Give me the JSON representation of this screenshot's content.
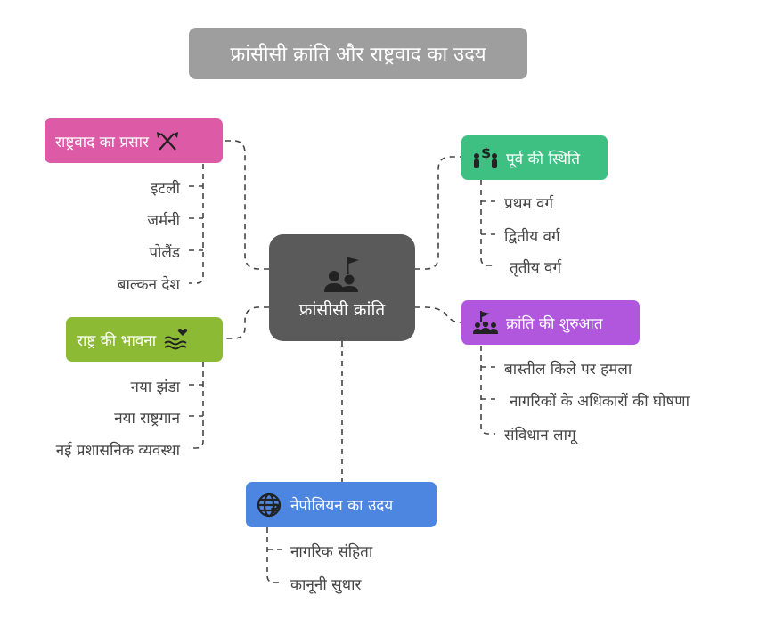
{
  "title": "फ्रांसीसी क्रांति और राष्ट्रवाद का उदय",
  "center": {
    "label": "फ्रांसीसी क्रांति",
    "icon": "people-flag-icon"
  },
  "branches": {
    "nationalism_spread": {
      "label": "राष्ट्रवाद का प्रसार",
      "color": "#dc5aa6",
      "icon": "crossed-flags-icon",
      "items": [
        "इटली",
        "जर्मनी",
        "पोलैंड",
        "बाल्कन देश"
      ]
    },
    "national_feeling": {
      "label": "राष्ट्र की भावना",
      "color": "#8dba35",
      "icon": "heart-waves-icon",
      "items": [
        "नया झंडा",
        "नया राष्ट्रगान",
        "नई प्रशासनिक व्यवस्था"
      ]
    },
    "prior_situation": {
      "label": "पूर्व की स्थिति",
      "color": "#3ec083",
      "icon": "people-money-icon",
      "items": [
        "प्रथम वर्ग",
        "द्वितीय वर्ग",
        "तृतीय वर्ग"
      ]
    },
    "revolution_start": {
      "label": "क्रांति की शुरुआत",
      "color": "#b057de",
      "icon": "crowd-flag-icon",
      "items": [
        "बास्तील किले पर हमला",
        "नागरिकों के अधिकारों की घोषणा",
        "संविधान लागू"
      ]
    },
    "napoleon_rise": {
      "label": "नेपोलियन का उदय",
      "color": "#4d86e0",
      "icon": "globe-currency-icon",
      "items": [
        "नागरिक संहिता",
        "कानूनी सुधार"
      ]
    }
  }
}
